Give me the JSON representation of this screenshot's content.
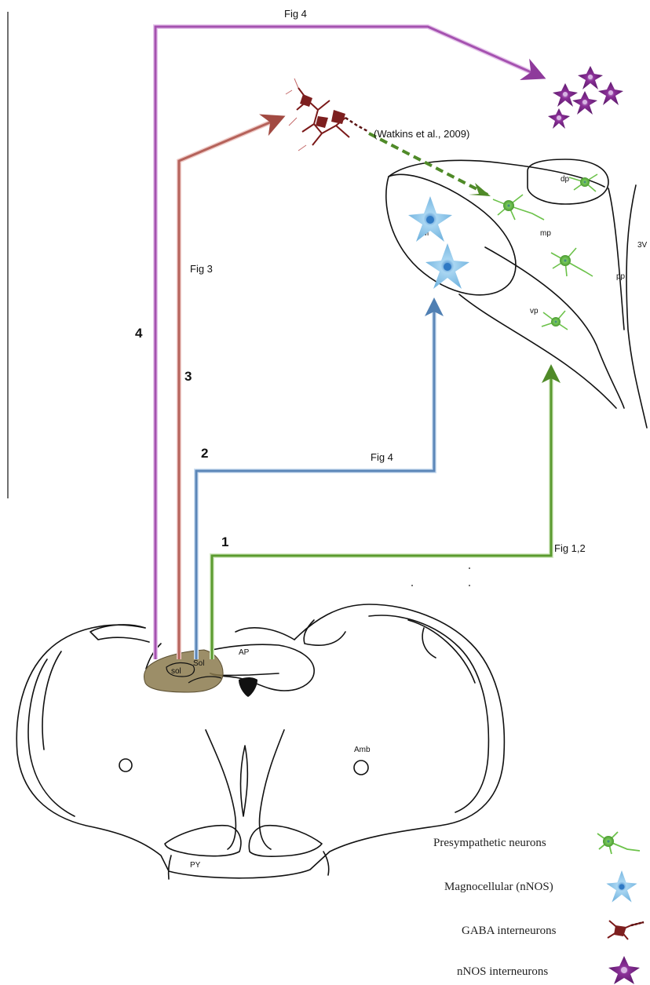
{
  "pathways": [
    {
      "number": "1",
      "figure_label": "Fig 1,2",
      "color": "#5a9a2e"
    },
    {
      "number": "2",
      "figure_label": "Fig 4",
      "color": "#5b86b8"
    },
    {
      "number": "3",
      "figure_label": "Fig 3",
      "color": "#b5625a"
    },
    {
      "number": "4",
      "figure_label": "Fig 4",
      "color": "#a552b0"
    }
  ],
  "citation": "(Watkins et al., 2009)",
  "pvn_regions": {
    "dp": "dp",
    "mp": "mp",
    "vp": "vp",
    "m": "M",
    "pp": "pp",
    "third_ventricle": "3V"
  },
  "brainstem_regions": {
    "ap": "AP",
    "sol": "sol",
    "sol_nucleus": "Sol",
    "amb": "Amb",
    "py": "PY"
  },
  "legend": [
    {
      "label": "Presympathetic neurons",
      "icon": "green-neuron-icon",
      "color": "#6cc24a"
    },
    {
      "label": "Magnocellular (nNOS)",
      "icon": "blue-neuron-icon",
      "color": "#7fbfe6"
    },
    {
      "label": "GABA interneurons",
      "icon": "red-neuron-icon",
      "color": "#8a1f1f"
    },
    {
      "label": "nNOS interneurons",
      "icon": "purple-neuron-icon",
      "color": "#8a2f97"
    }
  ]
}
